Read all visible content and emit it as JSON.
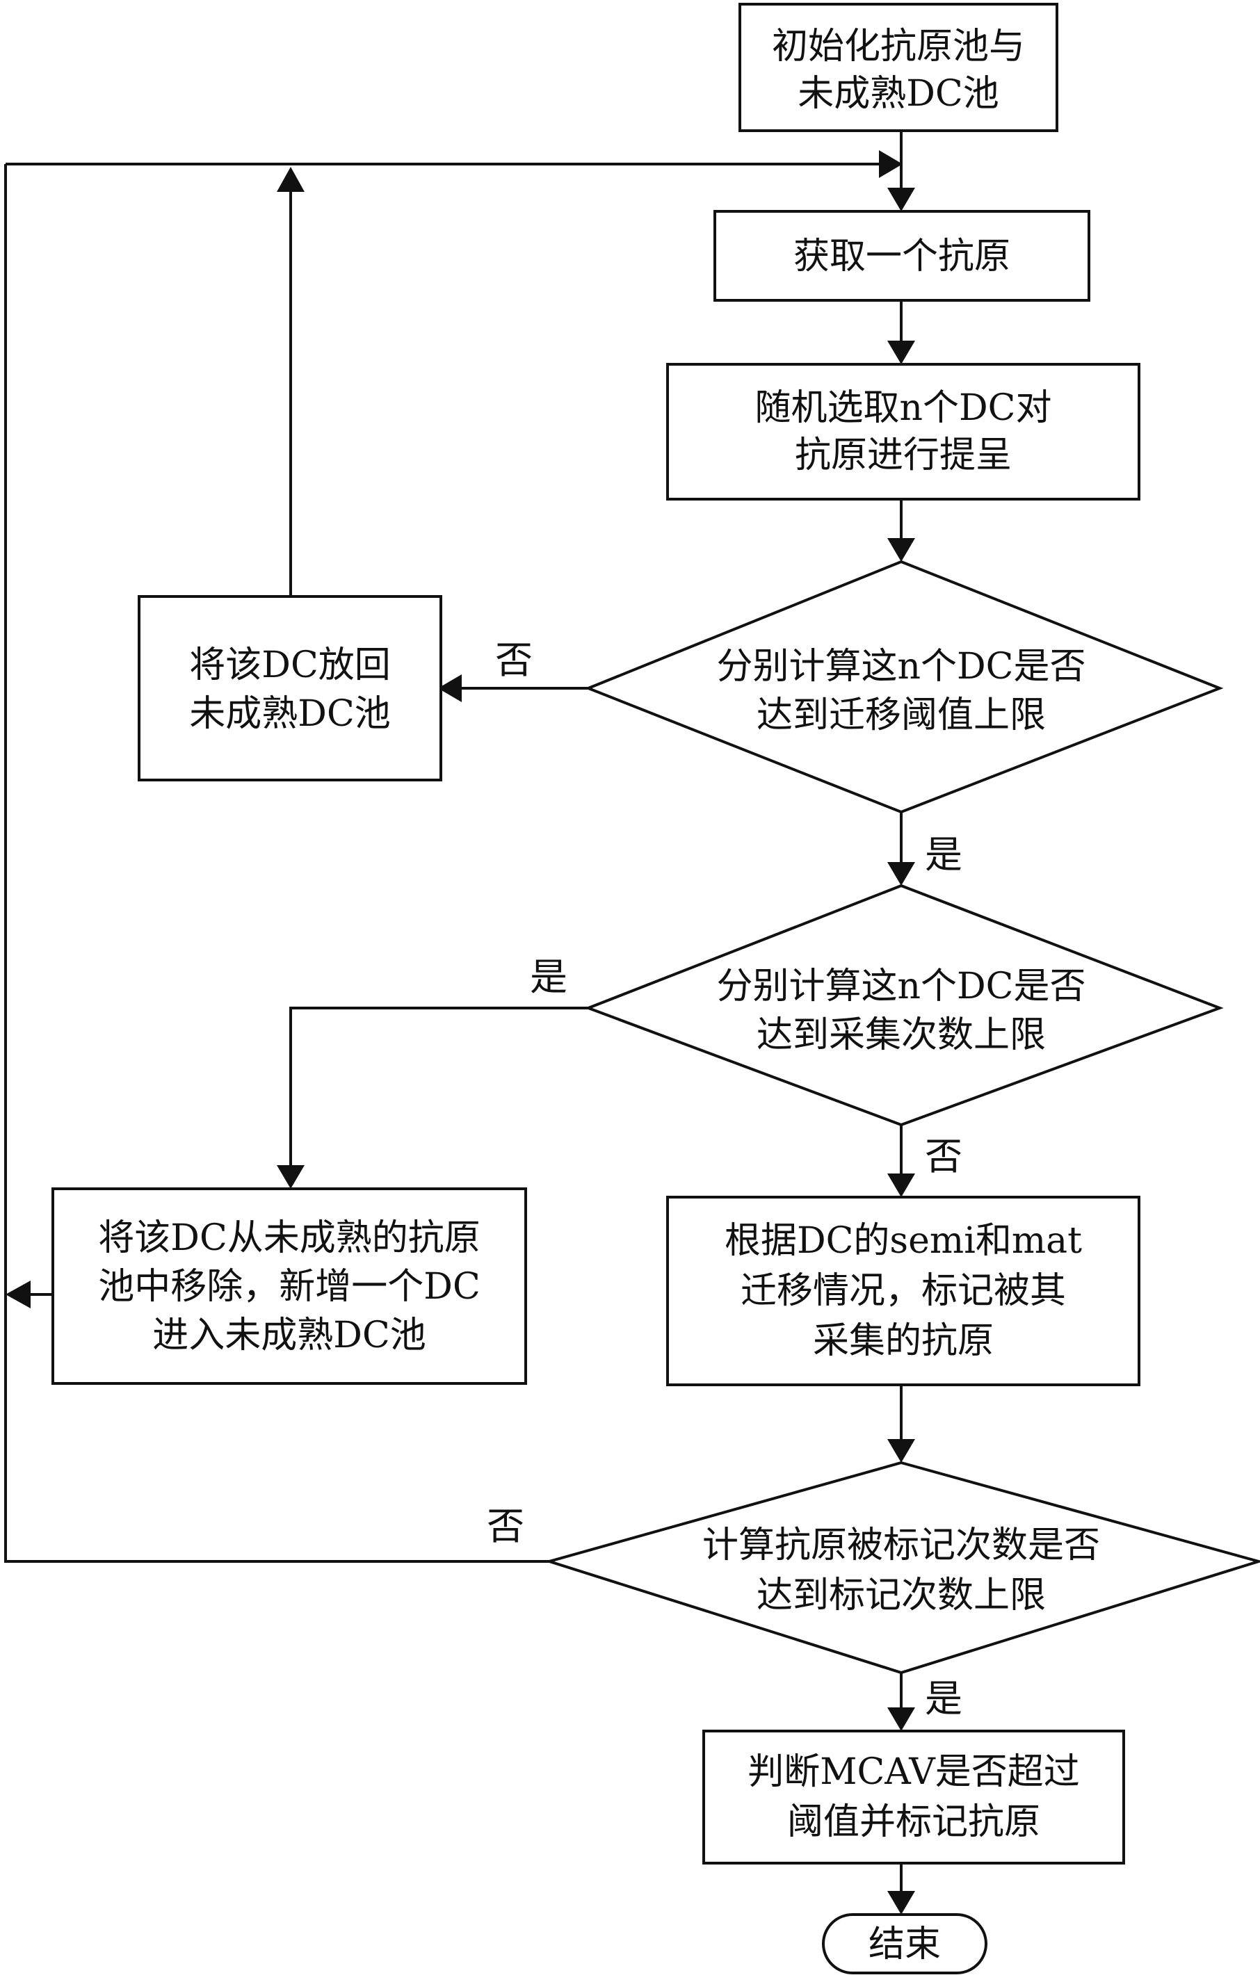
{
  "nodes": {
    "init": {
      "lines": [
        "初始化抗原池与",
        "未成熟DC池"
      ]
    },
    "get": {
      "lines": [
        "获取一个抗原"
      ]
    },
    "select": {
      "lines": [
        "随机选取n个DC对",
        "抗原进行提呈"
      ]
    },
    "migrate": {
      "lines": [
        "分别计算这n个DC是否",
        "达到迁移阈值上限"
      ]
    },
    "putback": {
      "lines": [
        "将该DC放回",
        "未成熟DC池"
      ]
    },
    "collect": {
      "lines": [
        "分别计算这n个DC是否",
        "达到采集次数上限"
      ]
    },
    "remove": {
      "lines": [
        "将该DC从未成熟的抗原",
        "池中移除，新增一个DC",
        "进入未成熟DC池"
      ]
    },
    "mark": {
      "lines": [
        "根据DC的semi和mat",
        "迁移情况，标记被其",
        "采集的抗原"
      ]
    },
    "count": {
      "lines": [
        "计算抗原被标记次数是否",
        "达到标记次数上限"
      ]
    },
    "judge": {
      "lines": [
        "判断MCAV是否超过",
        "阈值并标记抗原"
      ]
    },
    "end": {
      "lines": [
        "结束"
      ]
    }
  },
  "edge_labels": {
    "migrate_no": "否",
    "migrate_yes": "是",
    "collect_yes": "是",
    "collect_no": "否",
    "count_no": "否",
    "count_yes": "是"
  }
}
